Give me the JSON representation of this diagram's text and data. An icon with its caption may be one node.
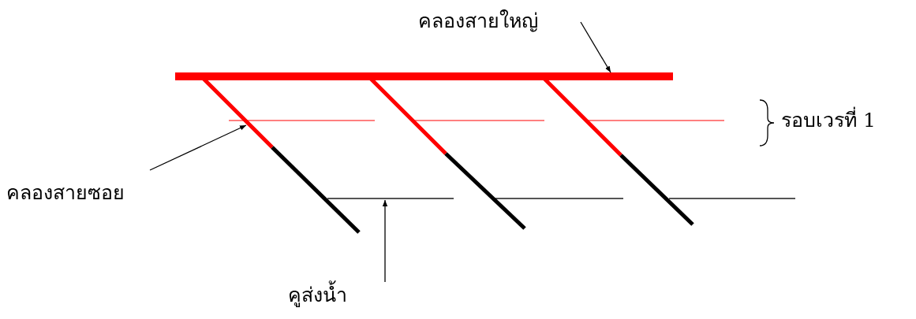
{
  "diagram": {
    "nodes": [
      {
        "text": [
          "คลองสายใหญ่"
        ]
      },
      {
        "text": [],
        "shape": "bar"
      },
      {
        "text": [
          "คลองสายซอย"
        ]
      },
      {
        "text": [],
        "shape": "bar"
      },
      {
        "text": [
          "คูส่งน้ำ"
        ]
      },
      {
        "text": [],
        "shape": "bar"
      }
    ],
    "edges": [
      {
        "from": 0,
        "to": 1,
        "arrow": "to"
      },
      {
        "from": 2,
        "to": 3,
        "arrow": "to"
      },
      {
        "from": 4,
        "to": 5,
        "arrow": "to"
      }
    ],
    "labels": [
      "รอบเวรที่ 1"
    ]
  }
}
